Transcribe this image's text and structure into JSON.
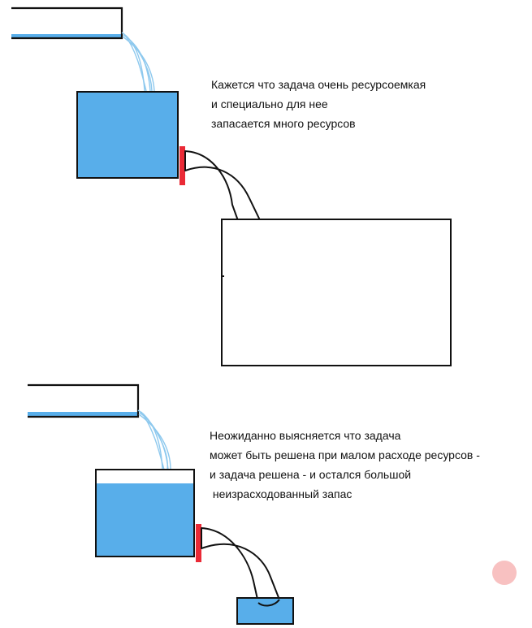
{
  "colors": {
    "water": "#58aeea",
    "water_stream": "#8ec9ee",
    "outline": "#111111",
    "valve": "#ea2a36",
    "background": "#ffffff",
    "marker": "#f7b6b6"
  },
  "scene_top": {
    "caption_lines": [
      "Кажется что задача очень ресурсоемкая",
      "и специально для нее",
      "запасается много ресурсов"
    ]
  },
  "scene_bottom": {
    "caption_lines": [
      "Неожиданно выясняется что задача",
      "может быть решена при малом расходе ресурсов -",
      "и задача решена - и остался большой",
      " неизрасходованный запас"
    ]
  }
}
